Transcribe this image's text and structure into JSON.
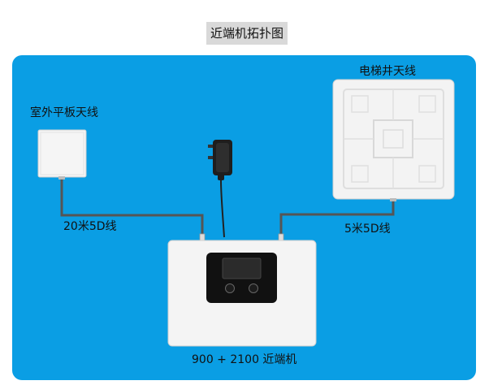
{
  "title": "近端机拓扑图",
  "labels": {
    "outdoor_antenna": "室外平板天线",
    "elevator_antenna": "电梯井天线",
    "cable_left": "20米5D线",
    "cable_right": "5米5D线",
    "repeater": "900 + 2100 近端机"
  },
  "colors": {
    "panel_background": "#0a9ee4",
    "title_background": "#d9d9d9",
    "cable": "#555555",
    "device_body": "#f4f4f4"
  },
  "icons": [
    "flat-panel-antenna-icon",
    "elevator-shaft-antenna-icon",
    "power-adapter-icon",
    "repeater-device-icon"
  ]
}
